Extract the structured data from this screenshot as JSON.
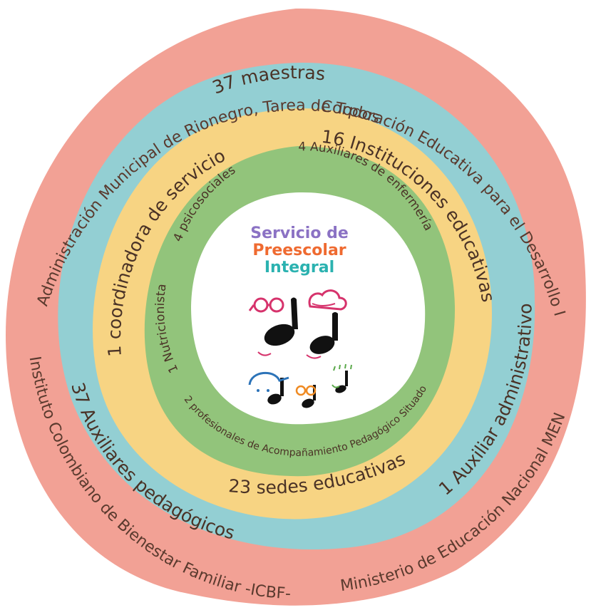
{
  "center": {
    "title_line1": "Servicio de",
    "title_line2": "Preescolar",
    "title_line3": "Integral",
    "colors": {
      "line1": "#8b72c4",
      "line2": "#ef6a30",
      "line3": "#2bb2b0"
    },
    "illustration": "music-notes-characters-icon"
  },
  "rings": {
    "outer": {
      "color": "#f2a195",
      "labels": [
        "Administración Municipal de Rionegro, Tarea de Todos",
        "Corporación Educativa para el Desarrollo Infantil - COREDI-",
        "Instituto Colombiano de Bienestar Familiar -ICBF-",
        "Ministerio de Educación Nacional MEN"
      ]
    },
    "blue": {
      "color": "#93cfd3",
      "labels": [
        "37 maestras",
        "37 Auxiliares pedagógicos",
        "1 Auxiliar administrativo"
      ]
    },
    "yellow": {
      "color": "#f7d483",
      "labels": [
        "1 coordinadora de servicio",
        "16 Instituciones educativas",
        "23 sedes educativas"
      ]
    },
    "green": {
      "color": "#92c47b",
      "labels": [
        "4 psicosociales",
        "4 Auxiliares de enfermería",
        "1 Nutricionista",
        "2 profesionales de Acompañamiento Pedagógico Situado"
      ]
    }
  }
}
